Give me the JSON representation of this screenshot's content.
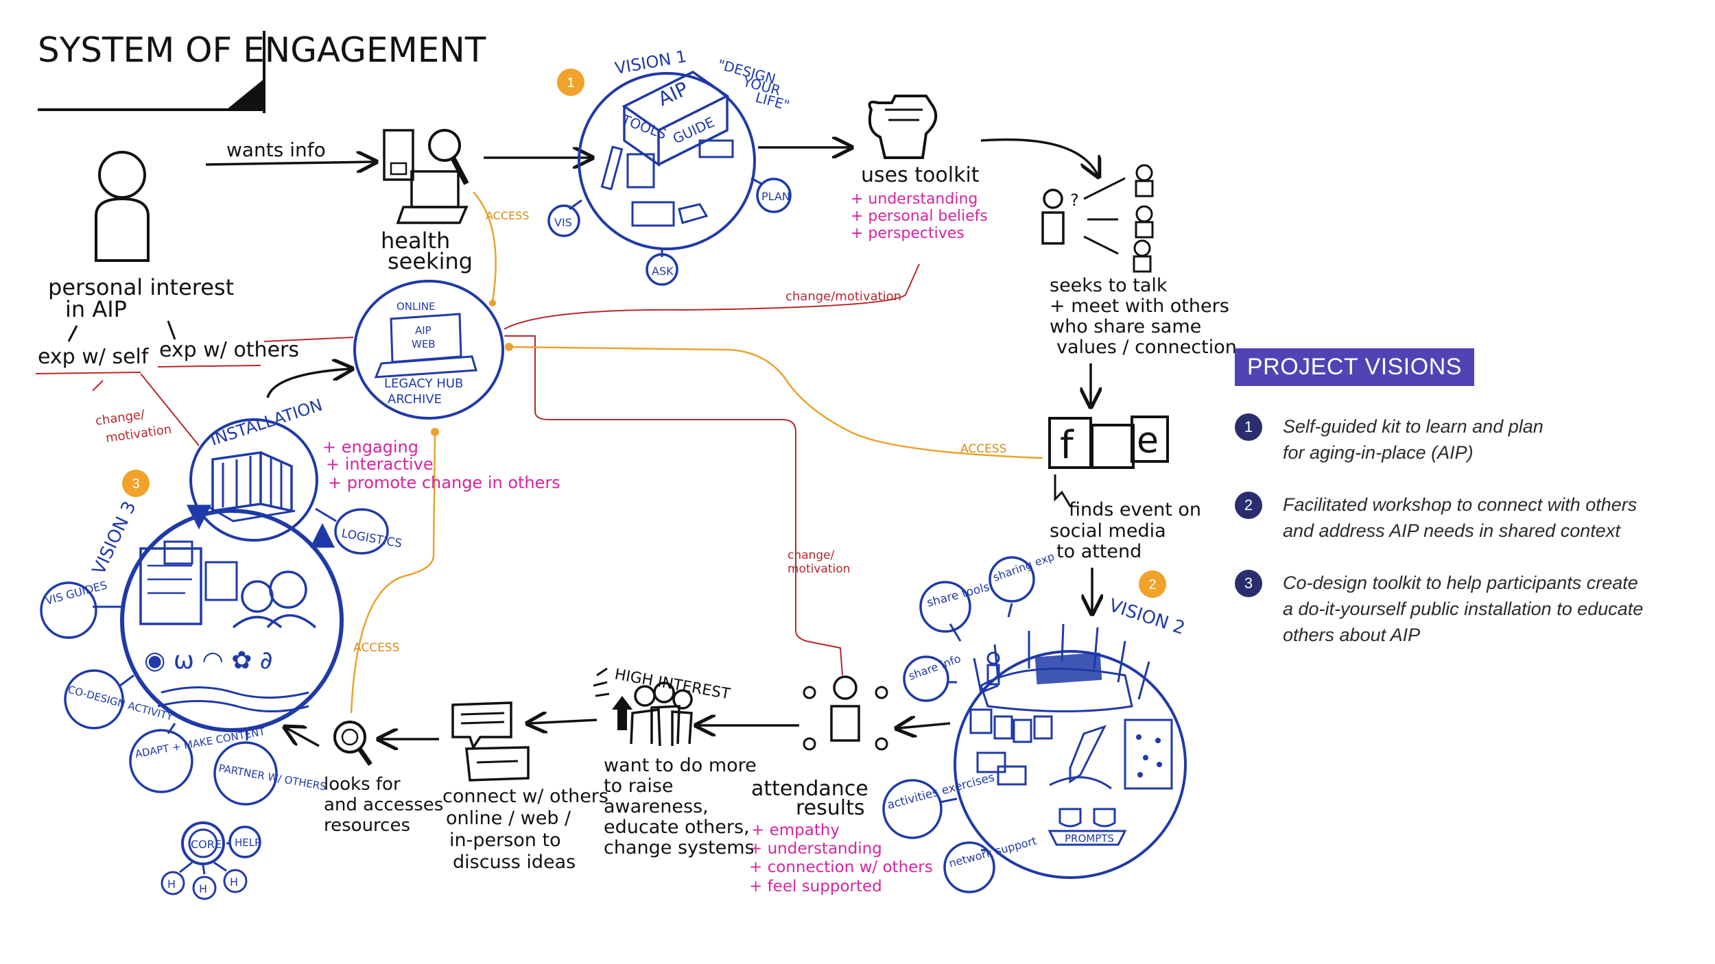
{
  "title": "SYSTEM OF ENGAGEMENT",
  "colors": {
    "ink": "#111111",
    "blue": "#1f3aa8",
    "pink": "#d6249f",
    "red": "#b8262b",
    "orange": "#e9a22a",
    "legend_bg": "#5143b4",
    "badge": "#2b2d6e"
  },
  "nodes": {
    "person": {
      "label_1": "personal interest",
      "label_2": "in AIP",
      "left": "exp w/ self",
      "right": "exp w/ others"
    },
    "health": {
      "label_1": "health",
      "label_2": "seeking"
    },
    "online_hub": {
      "l1": "ONLINE",
      "l2": "AIP",
      "l3": "WEB",
      "l4": "LEGACY HUB",
      "l5": "ARCHIVE"
    },
    "vision1": {
      "label": "VISION 1",
      "quote_1": "\"DESIGN",
      "quote_2": "YOUR",
      "quote_3": "LIFE\"",
      "box_1": "AIP",
      "box_2": "TOOLS",
      "box_3": "GUIDE",
      "sat_vis": "VIS",
      "sat_ask": "ASK",
      "sat_plan": "PLAN",
      "badge": "1"
    },
    "toolkit": {
      "label": "uses toolkit",
      "p1": "+ understanding",
      "p2": "+ personal beliefs",
      "p3": "+ perspectives"
    },
    "seek": {
      "l1": "seeks to talk",
      "l2": "+ meet with others",
      "l3": "who share same",
      "l4": "values / connection"
    },
    "social": {
      "l1": "finds event on",
      "l2": "social media",
      "l3": "to attend"
    },
    "vision2": {
      "label": "VISION 2",
      "badge": "2",
      "sat_share_tools": "share tools",
      "sat_sharing_exp": "sharing exp",
      "sat_share_info": "share info",
      "sat_activities": "activities exercises",
      "sat_network": "network support",
      "prompts": "PROMPTS"
    },
    "attendance": {
      "l1": "attendance",
      "l2": "results",
      "p1": "+ empathy",
      "p2": "+ understanding",
      "p3": "+ connection w/ others",
      "p4": "+ feel supported"
    },
    "high": {
      "label": "HIGH INTEREST",
      "l1": "want to do more",
      "l2": "to raise",
      "l3": "awareness,",
      "l4": "educate others,",
      "l5": "change systems"
    },
    "connect": {
      "l1": "connect w/ others",
      "l2": "online / web /",
      "l3": "in-person to",
      "l4": "discuss ideas"
    },
    "looks": {
      "l1": "looks for",
      "l2": "and accesses",
      "l3": "resources"
    },
    "vision3": {
      "label": "VISION 3",
      "badge": "3",
      "installation": "INSTALLATION",
      "p1": "+ engaging",
      "p2": "+ interactive",
      "p3": "+ promote change in others",
      "sat_logistics": "LOGISTICS",
      "sat_vis": "VIS GUIDES",
      "sat_codesign": "CO-DESIGN ACTIVITY",
      "sat_adapt": "ADAPT + MAKE CONTENT",
      "sat_partner": "PARTNER W/ OTHERS",
      "sat_core": "CORE",
      "sat_help": "HELP",
      "h": "H"
    }
  },
  "edges": {
    "wants_info": "wants info",
    "access": "ACCESS",
    "change_motivation": "change/motivation",
    "change_motivation_a": "change/",
    "change_motivation_b": "motivation"
  },
  "legend": {
    "title": "PROJECT VISIONS",
    "items": [
      {
        "num": "1",
        "line1": "Self-guided kit to learn and plan",
        "line2": "for aging-in-place (AIP)",
        "line3": ""
      },
      {
        "num": "2",
        "line1": "Facilitated workshop to connect with others",
        "line2": "and address AIP needs in shared context",
        "line3": ""
      },
      {
        "num": "3",
        "line1": "Co-design toolkit to help participants create",
        "line2": "a do-it-yourself public installation to educate",
        "line3": "others about AIP"
      }
    ]
  }
}
